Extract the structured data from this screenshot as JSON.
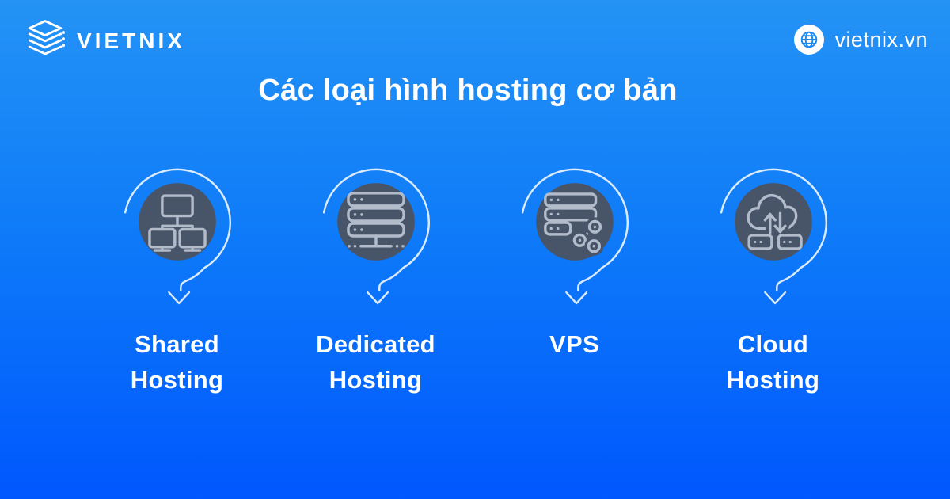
{
  "brand": {
    "name": "VIETNIX",
    "logo_icon": "stacked-layers-logo"
  },
  "site": {
    "url": "vietnix.vn",
    "icon": "globe-icon"
  },
  "title": "Các loại hình hosting cơ bản",
  "hosting_types": [
    {
      "label": "Shared Hosting",
      "line1": "Shared",
      "line2": "Hosting",
      "icon": "network-computers-icon"
    },
    {
      "label": "Dedicated Hosting",
      "line1": "Dedicated",
      "line2": "Hosting",
      "icon": "server-rack-icon"
    },
    {
      "label": "VPS",
      "line1": "VPS",
      "line2": "",
      "icon": "server-network-share-icon"
    },
    {
      "label": "Cloud Hosting",
      "line1": "Cloud",
      "line2": "Hosting",
      "icon": "cloud-servers-icon"
    }
  ],
  "colors": {
    "bg_top": "#2493f5",
    "bg_mid": "#0d79f9",
    "bg_bottom": "#0057fe",
    "badge_circle": "#485569",
    "badge_glyph": "#b2bbca",
    "ring": "rgba(255,255,255,0.85)",
    "text": "#ffffff"
  }
}
